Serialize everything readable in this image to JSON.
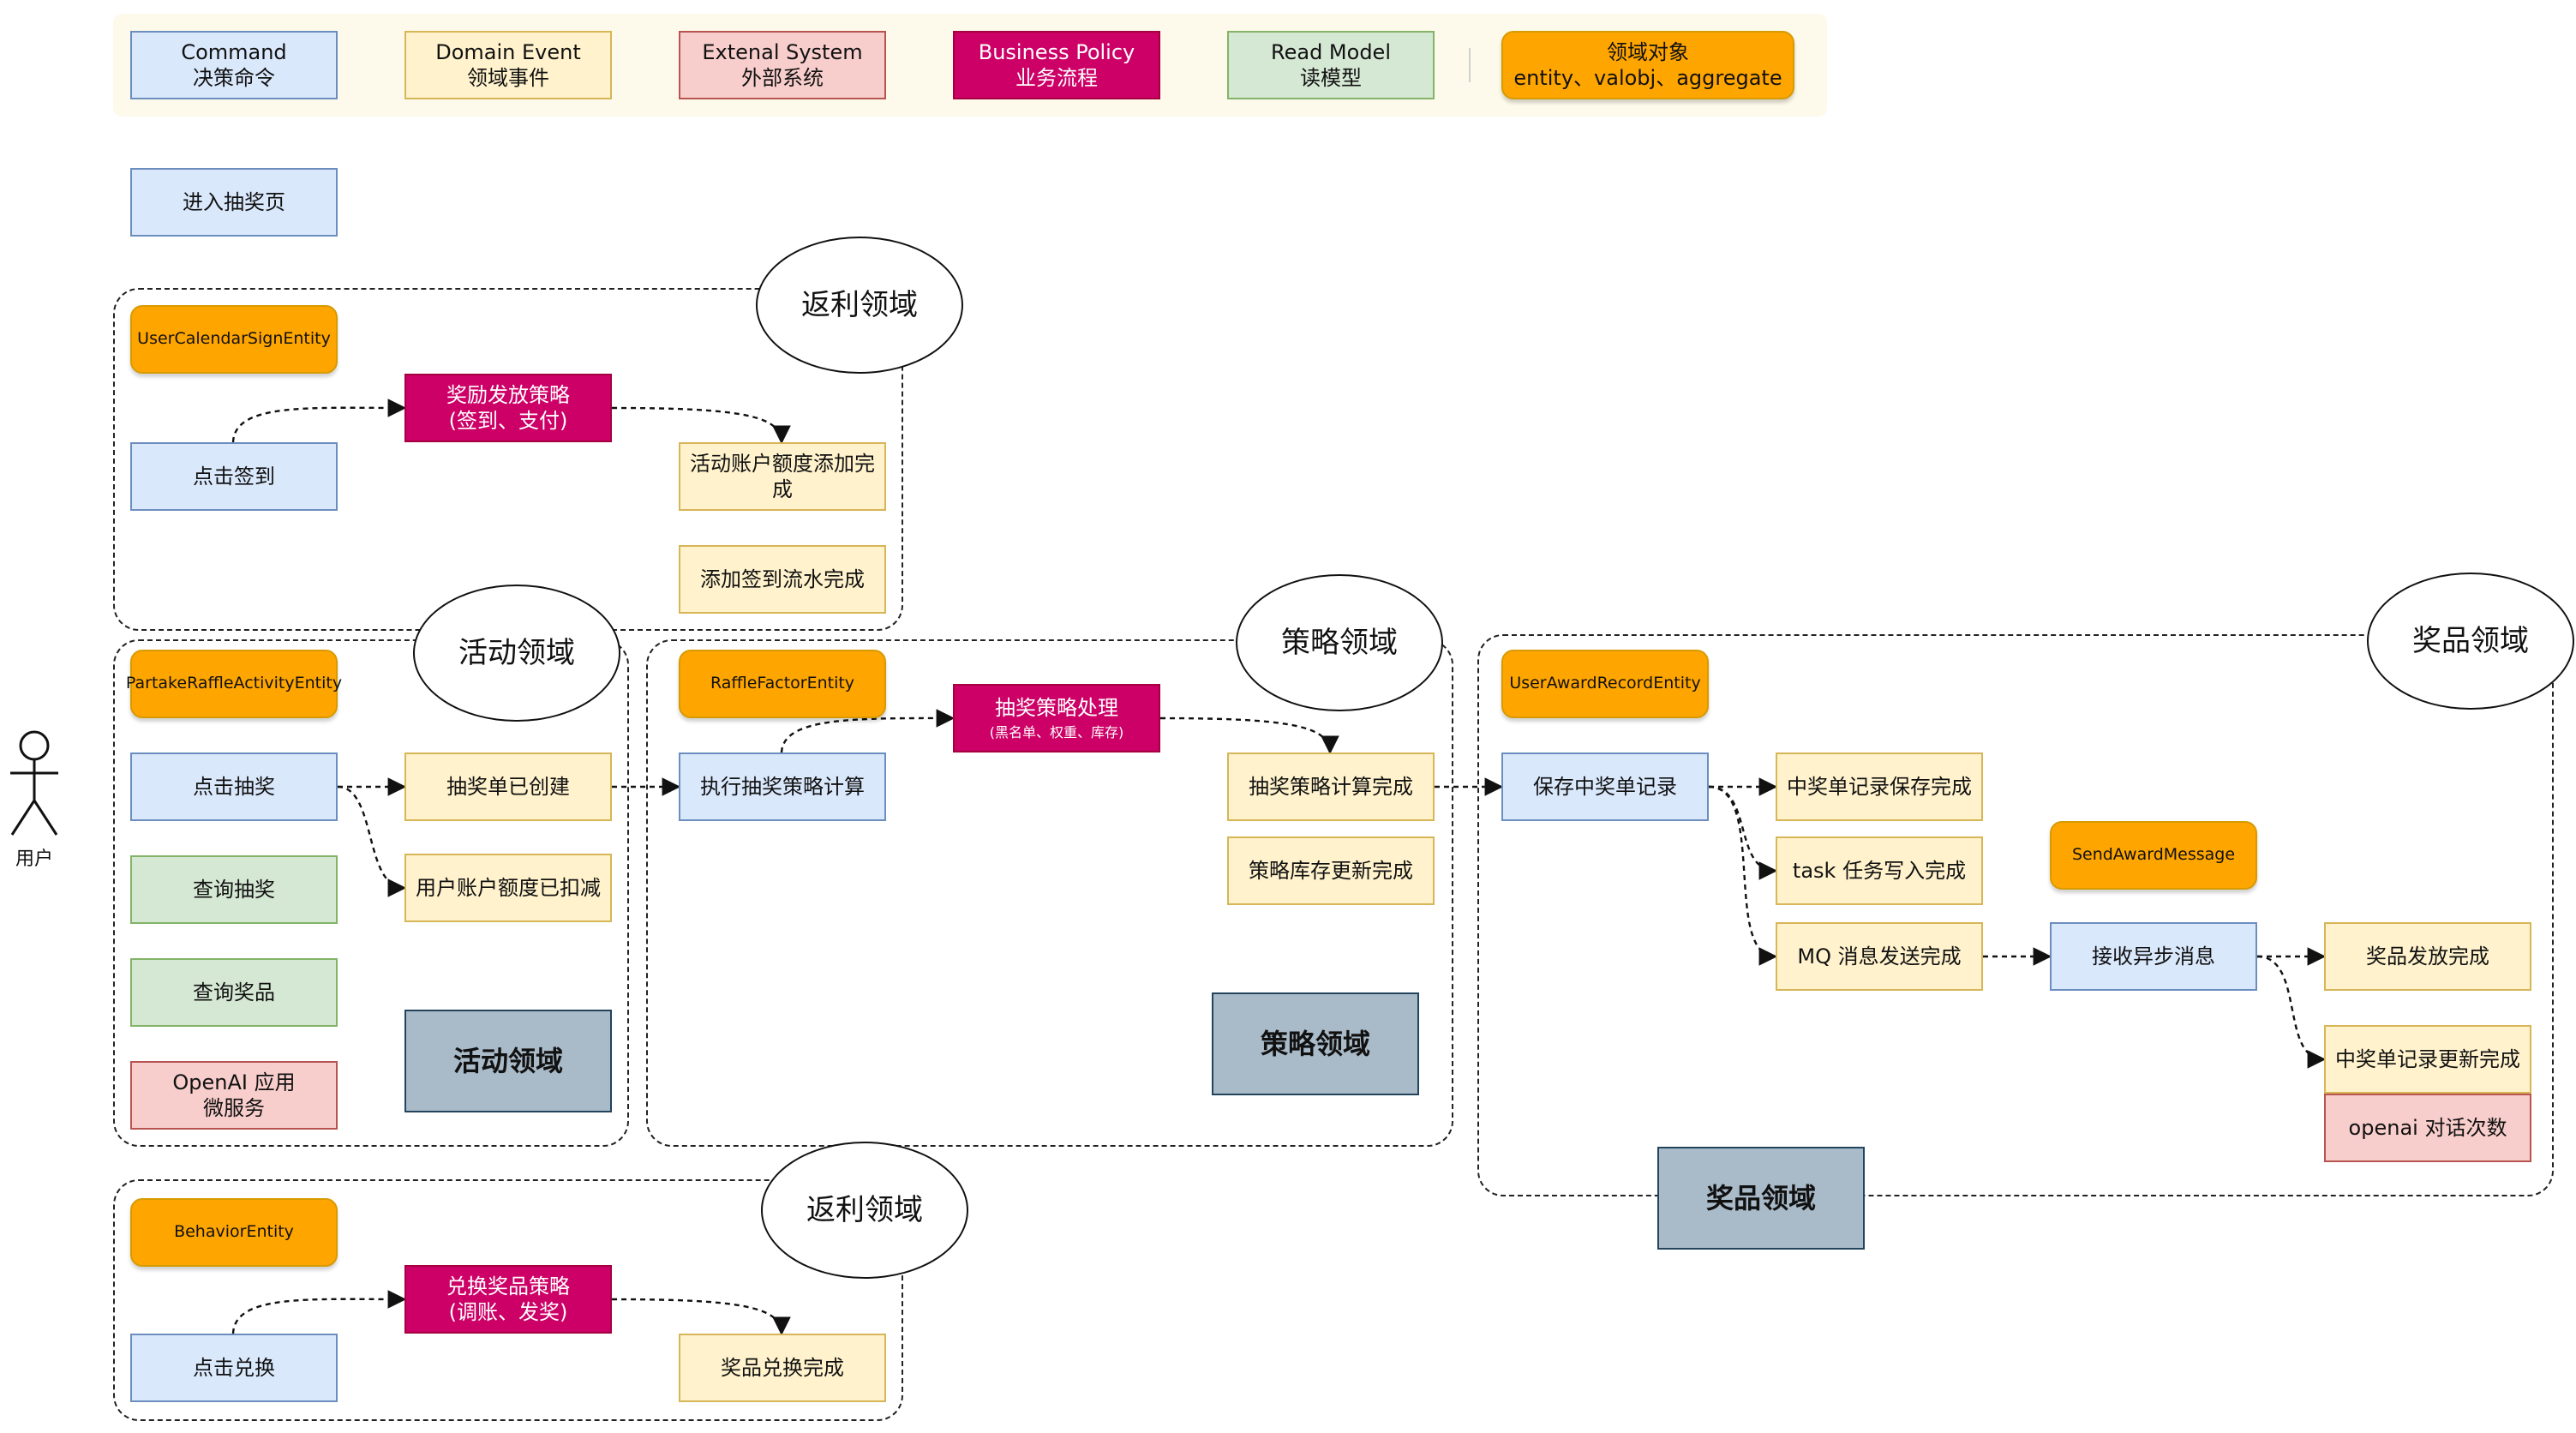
{
  "legend": {
    "command": "Command\n决策命令",
    "domain_event": "Domain Event\n领域事件",
    "external_system": "Extenal System\n外部系统",
    "business_policy": "Business Policy\n业务流程",
    "read_model": "Read Model\n读模型",
    "domain_object": "领域对象\nentity、valobj、aggregate"
  },
  "top_command": "进入抽奖页",
  "actor": {
    "label": "用户"
  },
  "rebate_sign": {
    "title": "返利领域",
    "entity": "UserCalendarSignEntity",
    "command": "点击签到",
    "policy": "奖励发放策略\n(签到、支付)",
    "event_quota_added": "活动账户额度添加完成",
    "event_sign_flow": "添加签到流水完成"
  },
  "activity": {
    "title": "活动领域",
    "entity": "PartakeRaffleActivityEntity",
    "command_raffle": "点击抽奖",
    "read_query_raffle": "查询抽奖",
    "read_query_award": "查询奖品",
    "external_openai": "OpenAI 应用\n微服务",
    "event_order_created": "抽奖单已创建",
    "event_quota_deducted": "用户账户额度已扣减",
    "aggregate_label": "活动领域"
  },
  "strategy": {
    "title": "策略领域",
    "entity": "RaffleFactorEntity",
    "command": "执行抽奖策略计算",
    "policy": "抽奖策略处理",
    "policy_sub": "(黑名单、权重、库存)",
    "event_calc_done": "抽奖策略计算完成",
    "event_stock_updated": "策略库存更新完成",
    "aggregate_label": "策略领域"
  },
  "award": {
    "title": "奖品领域",
    "entity_record": "UserAwardRecordEntity",
    "command_save": "保存中奖单记录",
    "event_record_saved": "中奖单记录保存完成",
    "event_task_written": "task 任务写入完成",
    "event_mq_sent": "MQ 消息发送完成",
    "entity_message": "SendAwardMessage",
    "command_receive": "接收异步消息",
    "event_award_sent": "奖品发放完成",
    "event_record_updated": "中奖单记录更新完成",
    "external_openai_count": "openai 对话次数",
    "aggregate_label": "奖品领域"
  },
  "rebate_exchange": {
    "title": "返利领域",
    "entity": "BehaviorEntity",
    "command": "点击兑换",
    "policy": "兑换奖品策略\n(调账、发奖)",
    "event_exchange_done": "奖品兑换完成"
  },
  "colors": {
    "command": "#dae8fc",
    "domain_event": "#fff2cc",
    "external_system": "#f8cecc",
    "business_policy": "#cc0066",
    "read_model": "#d5e8d4",
    "domain_object": "#ffa500",
    "aggregate": "#a9bac8"
  }
}
